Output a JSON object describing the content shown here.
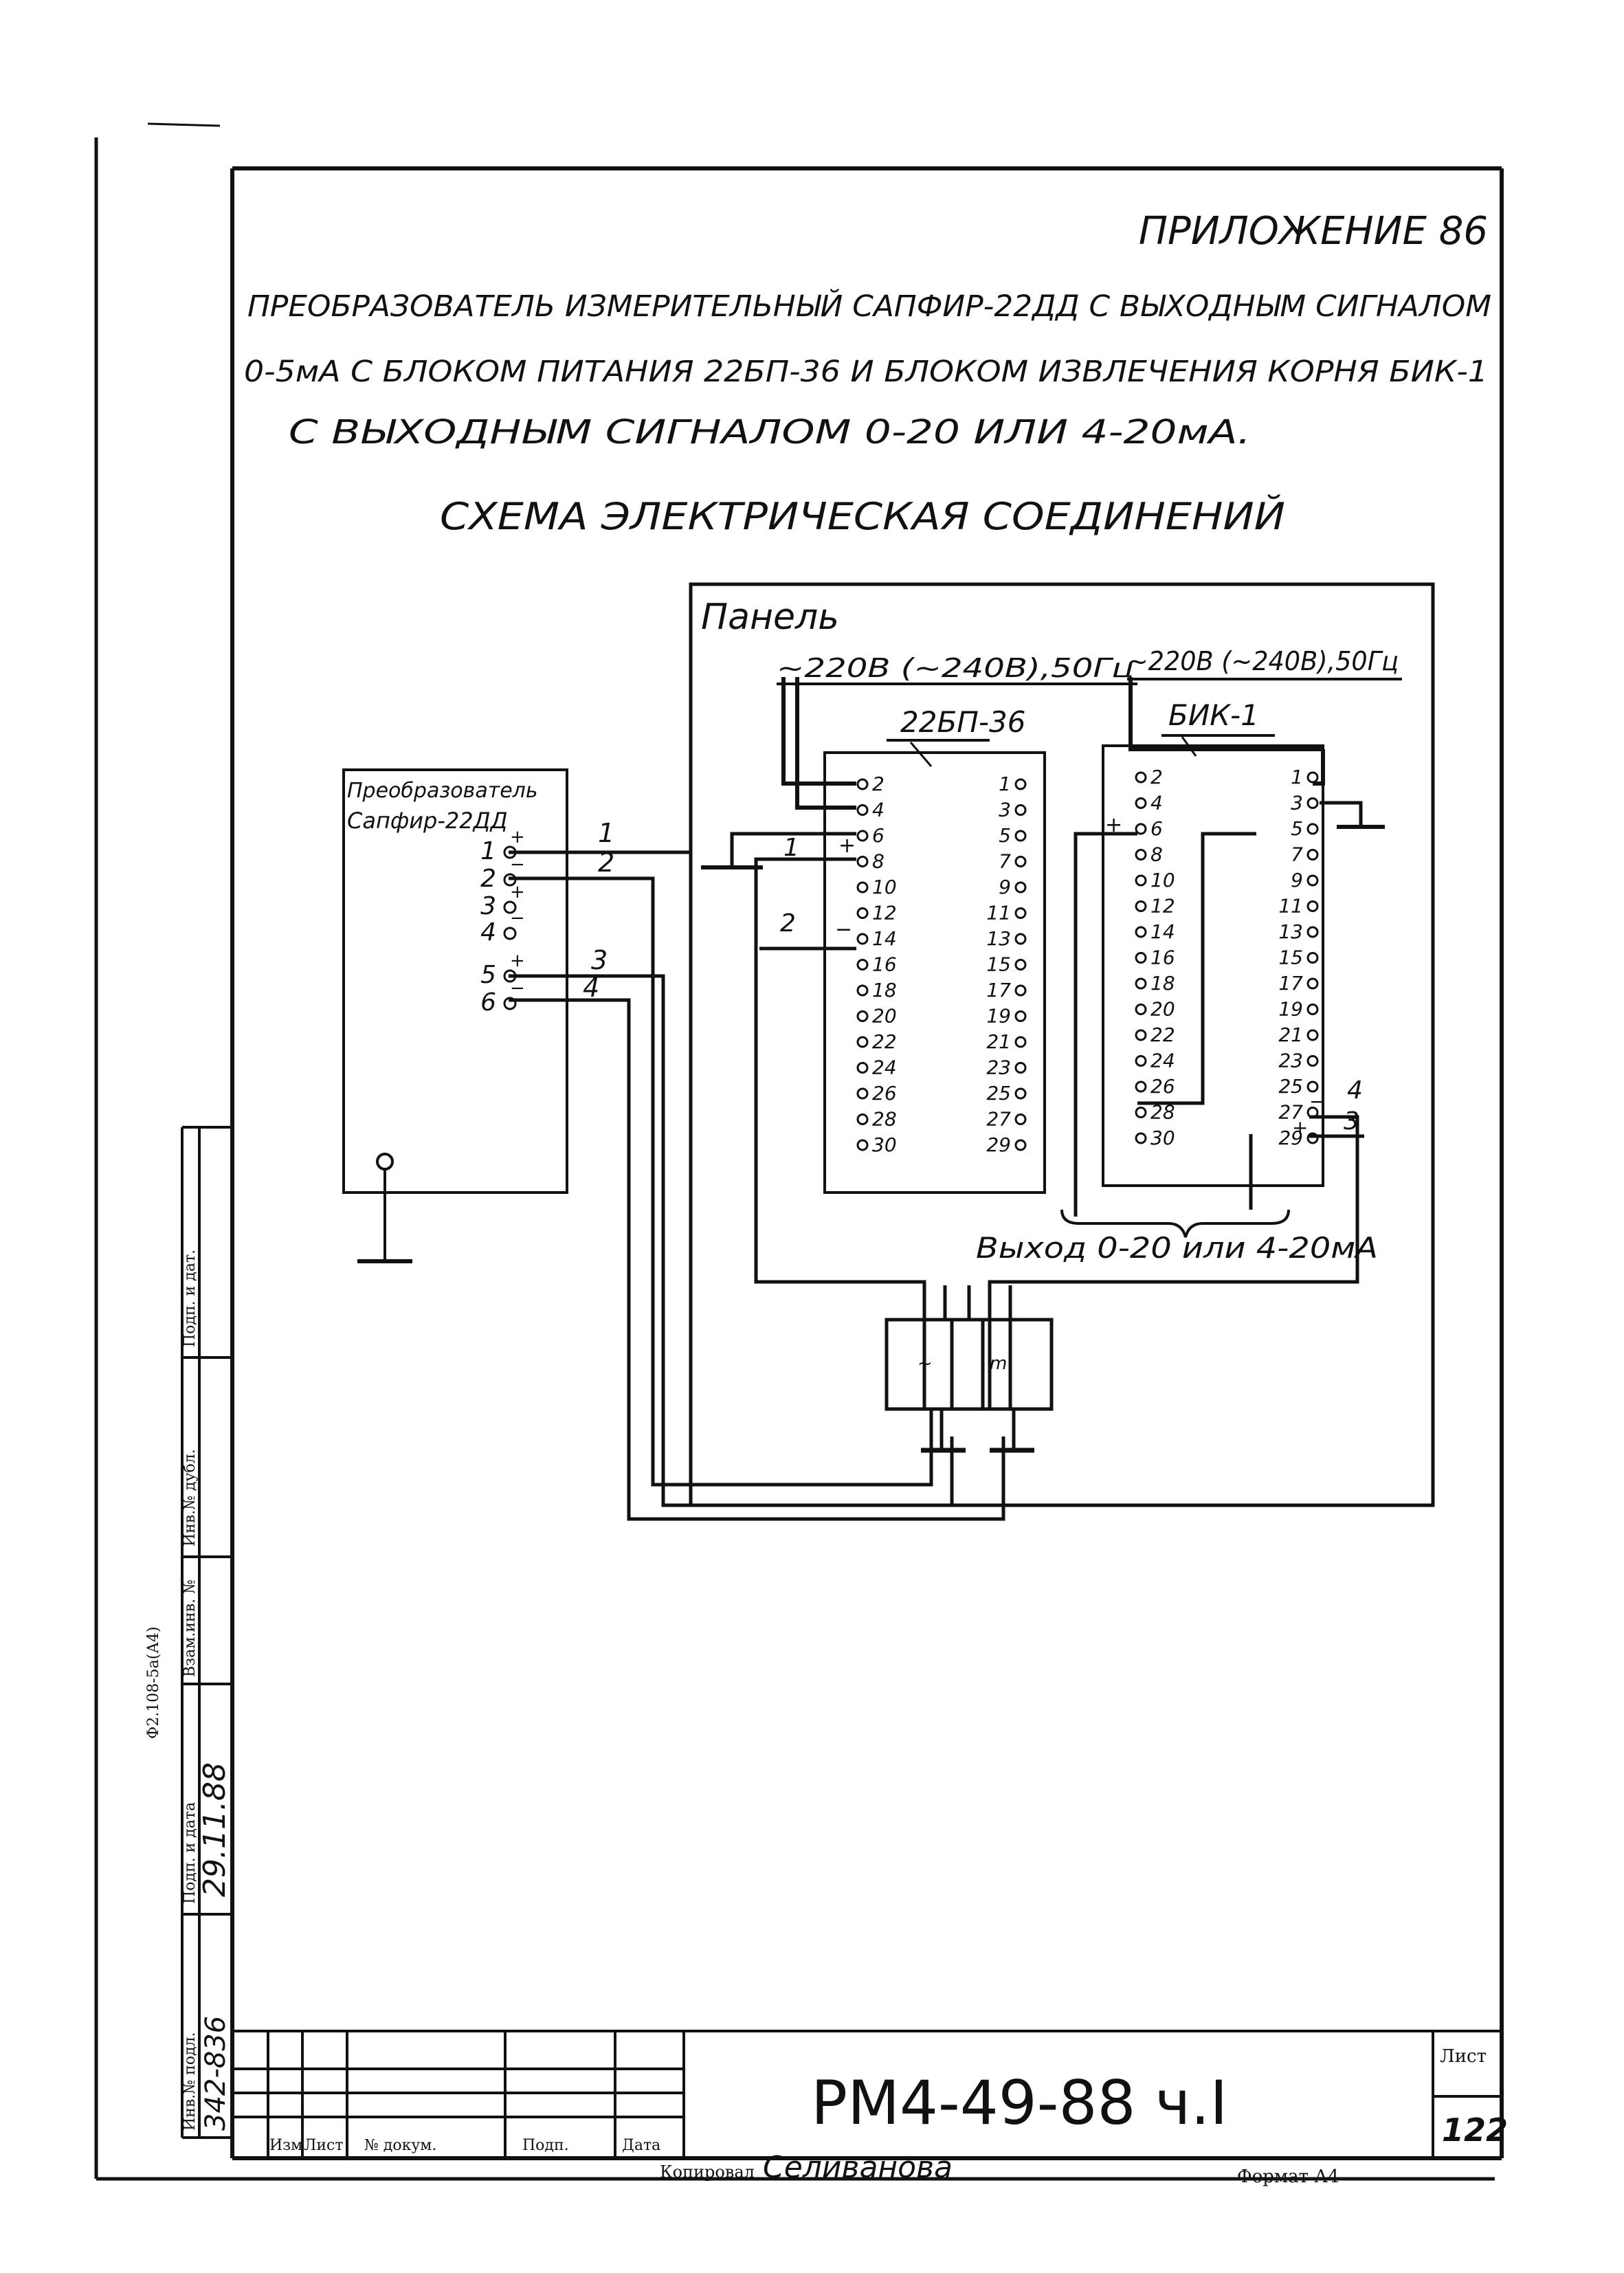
{
  "header": {
    "appendix": "ПРИЛОЖЕНИЕ 86",
    "title_lines": [
      "ПРЕОБРАЗОВАТЕЛЬ ИЗМЕРИТЕЛЬНЫЙ САПФИР-22ДД С ВЫХОДНЫМ СИГНАЛОМ",
      "0-5мА С БЛОКОМ ПИТАНИЯ 22БП-36 И БЛОКОМ ИЗВЛЕЧЕНИЯ КОРНЯ БИК-1",
      "С ВЫХОДНЫМ СИГНАЛОМ 0-20 ИЛИ 4-20мА."
    ],
    "scheme_title": "СХЕМА ЭЛЕКТРИЧЕСКАЯ СОЕДИНЕНИЙ"
  },
  "panel": {
    "label": "Панель",
    "supply_left": "~220В (~240В),50Гц",
    "supply_right": "~220В (~240В),50Гц",
    "output_label": "Выход 0-20 или 4-20мА"
  },
  "converter": {
    "name_line1": "Преобразователь",
    "name_line2": "Сапфир-22ДД",
    "terminals": [
      "1",
      "2",
      "3",
      "4",
      "5",
      "6"
    ],
    "polarities": [
      "+",
      "−",
      "+",
      "−",
      "+",
      "−"
    ]
  },
  "power_unit": {
    "name": "22БП-36",
    "left_terminals": [
      "2",
      "4",
      "6",
      "8",
      "10",
      "12",
      "14",
      "16",
      "18",
      "20",
      "22",
      "24",
      "26",
      "28",
      "30"
    ],
    "right_terminals": [
      "1",
      "3",
      "5",
      "7",
      "9",
      "11",
      "13",
      "15",
      "17",
      "19",
      "21",
      "23",
      "25",
      "27",
      "29"
    ]
  },
  "root_unit": {
    "name": "БИК-1",
    "left_terminals": [
      "2",
      "4",
      "6",
      "8",
      "10",
      "12",
      "14",
      "16",
      "18",
      "20",
      "22",
      "24",
      "26",
      "28",
      "30"
    ],
    "right_terminals": [
      "1",
      "3",
      "5",
      "7",
      "9",
      "11",
      "13",
      "15",
      "17",
      "19",
      "21",
      "23",
      "25",
      "27",
      "29"
    ]
  },
  "wires": {
    "conv_1": "1",
    "conv_2": "2",
    "conv_3": "3",
    "conv_4": "4",
    "bp_1": "1",
    "bp_2": "2",
    "bik_3": "3",
    "bik_4": "4"
  },
  "side_stamp": {
    "form_code": "Ф2.108-5а(А4)",
    "fields": [
      "Инв.№ подл.",
      "Подп. и дата",
      "Взам.инв. №",
      "Инв.№ дубл.",
      "Подп. и дат."
    ],
    "inv_number": "342-836",
    "sign_date": "29.11.88"
  },
  "title_block": {
    "document_code": "РМ4-49-88 ч.I",
    "sheet_label": "Лист",
    "sheet_number": "122",
    "columns": [
      "Изм",
      "Лист",
      "№ докум.",
      "Подп.",
      "Дата"
    ],
    "copied_label": "Копировал",
    "copied_by": "Селиванова",
    "format_label": "Формат А4"
  }
}
